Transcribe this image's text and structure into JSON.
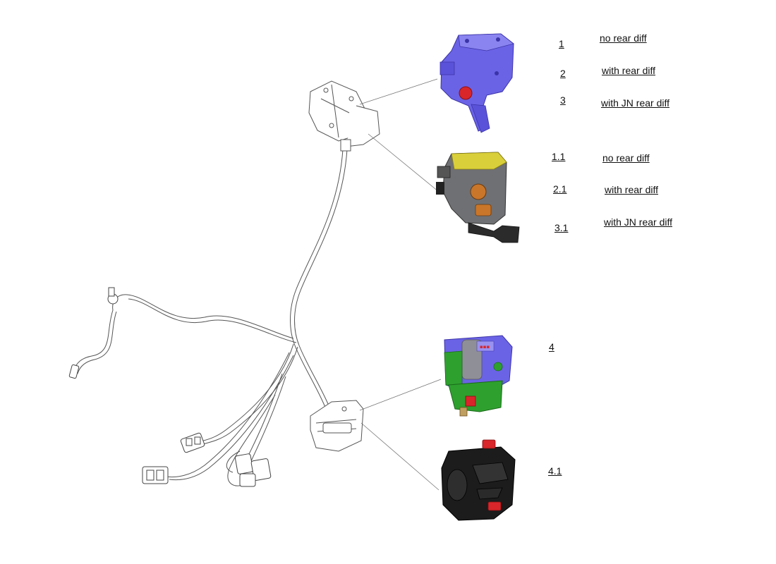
{
  "parts": [
    {
      "id": "1",
      "description": "no rear diff"
    },
    {
      "id": "2",
      "description": "with rear diff"
    },
    {
      "id": "3",
      "description": "with JN rear diff"
    },
    {
      "id": "1.1",
      "description": "no rear diff"
    },
    {
      "id": "2.1",
      "description": "with rear diff"
    },
    {
      "id": "3.1",
      "description": "with JN rear diff"
    },
    {
      "id": "4",
      "description": ""
    },
    {
      "id": "4.1",
      "description": ""
    }
  ],
  "colors": {
    "blue_part": "#6b63e6",
    "grey_part": "#6f7073",
    "yellow_cap": "#d9cf3a",
    "orange_button": "#c9762a",
    "green_part": "#2ea02e",
    "red_button": "#d8262b",
    "black_part": "#1c1c1c",
    "outline": "#555555"
  },
  "icons": [
    "throttle-housing-blue-illustration",
    "throttle-housing-grey-illustration",
    "switch-housing-blue-green-illustration",
    "switch-housing-black-illustration",
    "wiring-harness-line-drawing"
  ]
}
